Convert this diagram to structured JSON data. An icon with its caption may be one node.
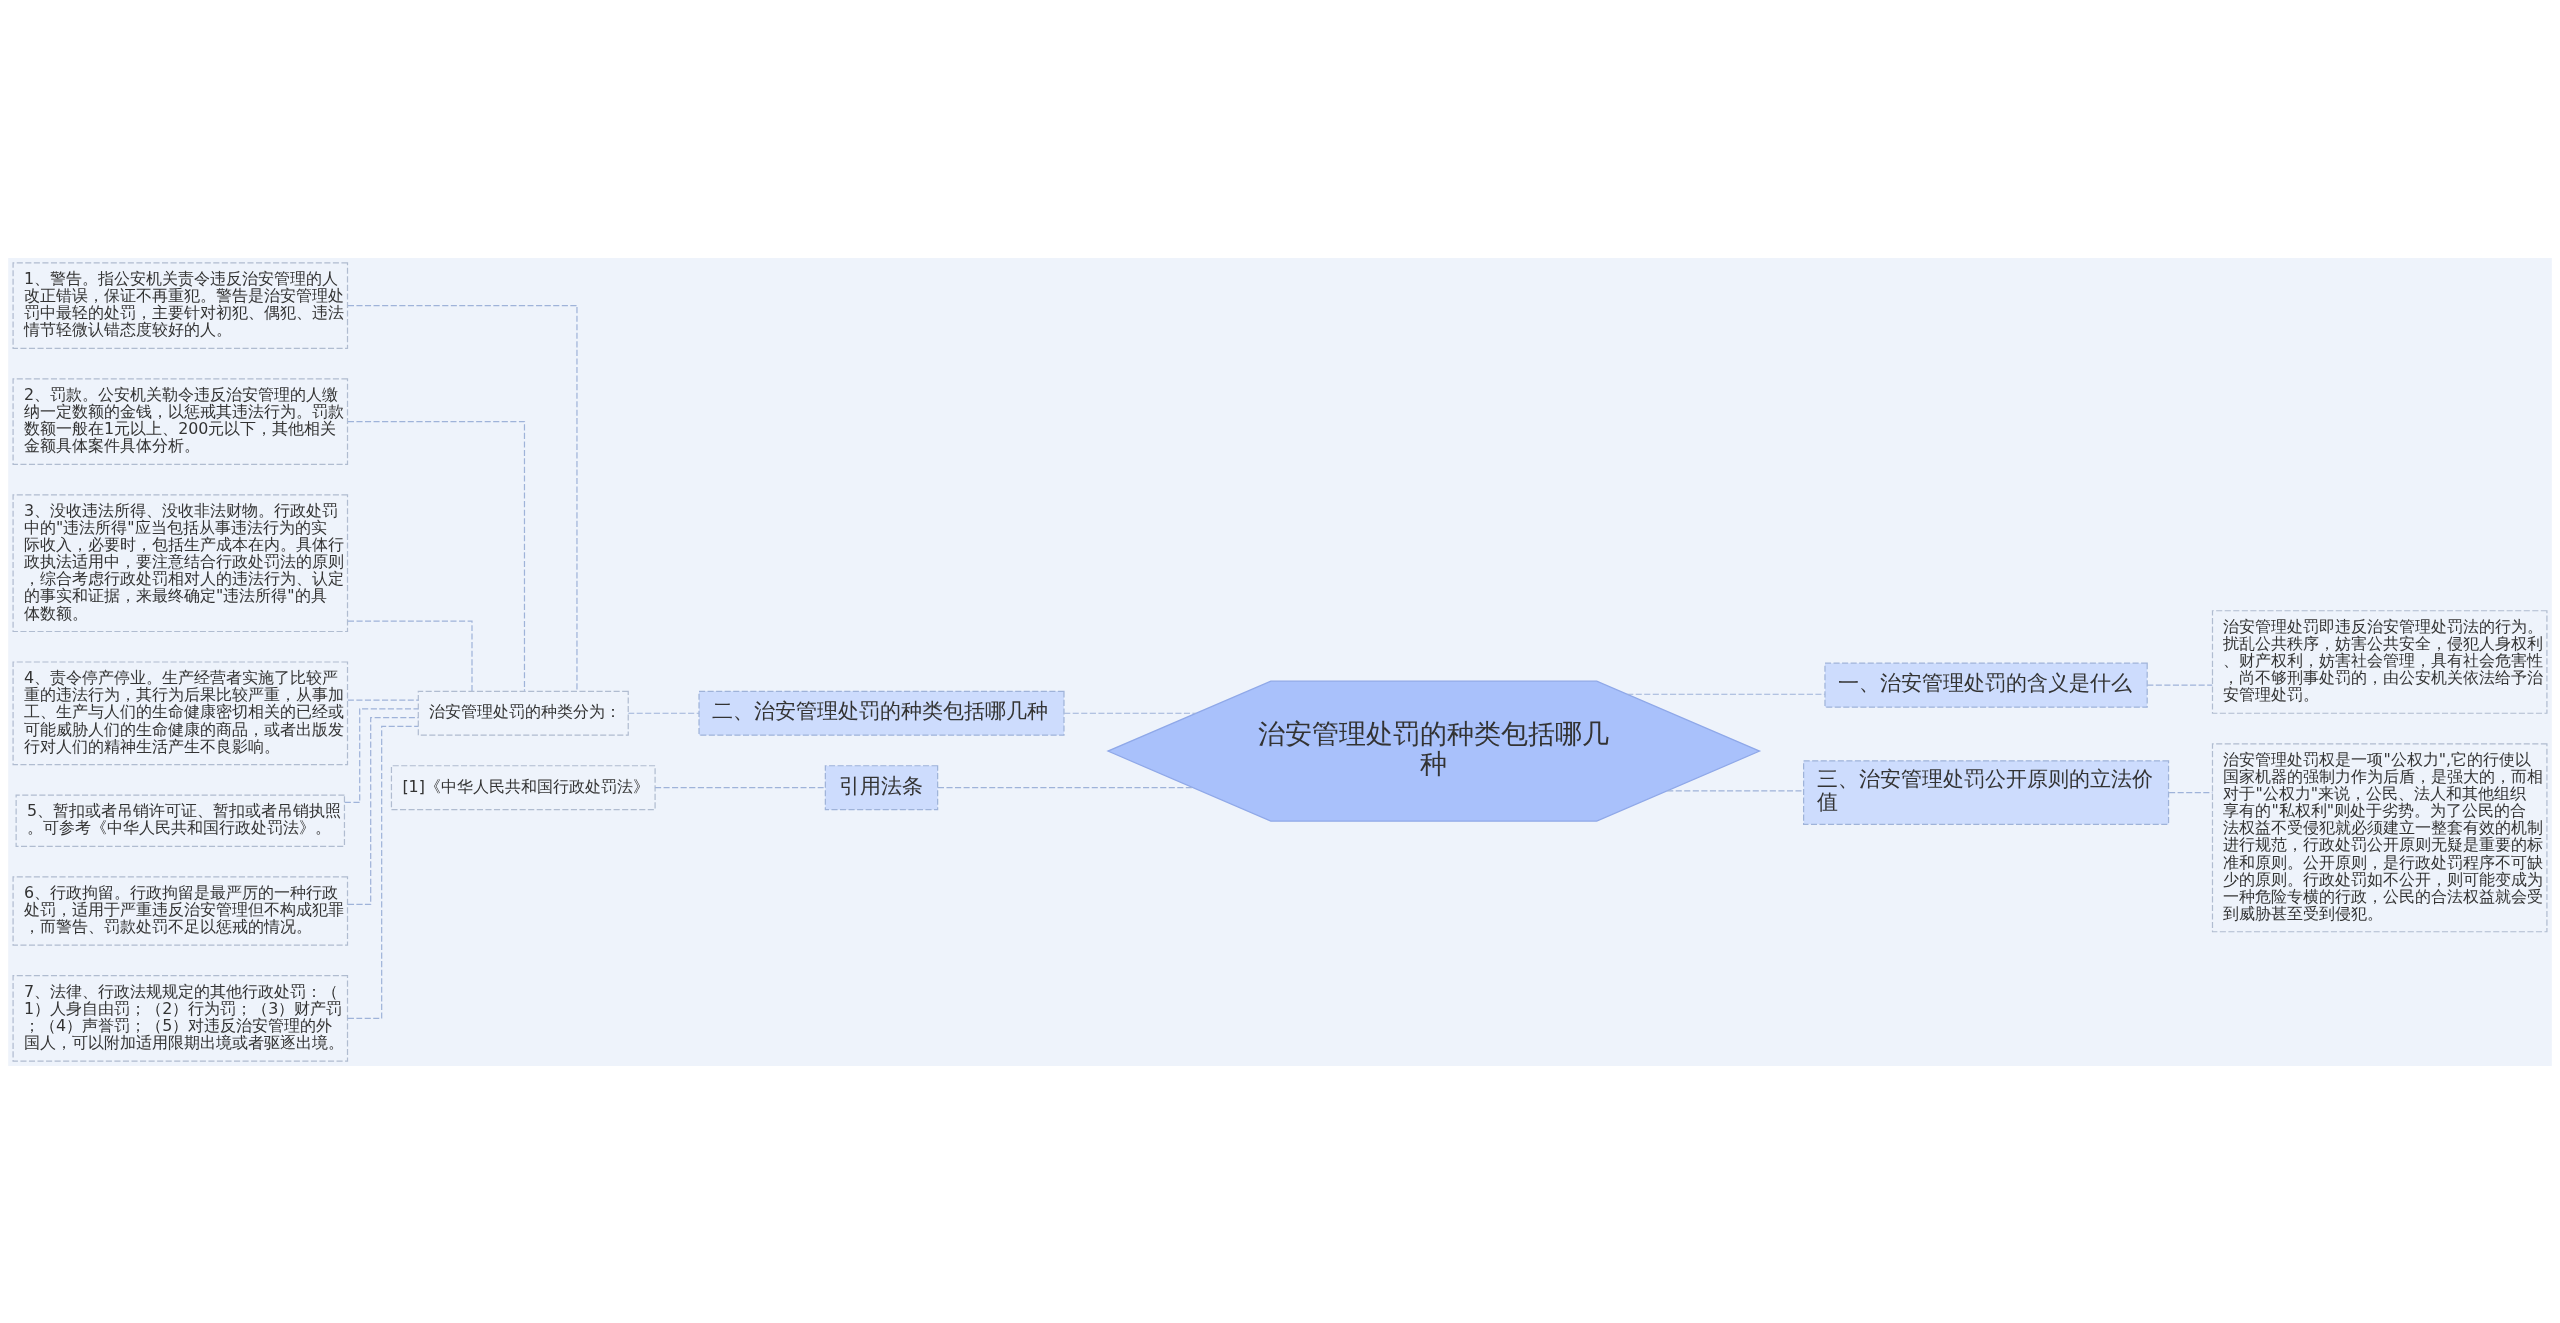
{
  "diagram": {
    "nodes": [
      {
        "text": [
          "治安管理处罚的种类包括哪几种"
        ]
      },
      {
        "text": [
          "二、治安管理处罚的种类包括哪几种"
        ]
      },
      {
        "text": [
          "治安管理处罚的种类分为："
        ]
      },
      {
        "text": [
          "1、警告。指公安机关责令违反治安管理的人改正错误，保证不再重犯。警告是治安管理处罚中最轻的处罚，主要针对初犯、偶犯、违法情节轻微认错态度较好的人。"
        ]
      },
      {
        "text": [
          "2、罚款。公安机关勒令违反治安管理的人缴纳一定数额的金钱，以惩戒其违法行为。罚款数额一般在1元以上、200元以下，其他相关金额具体案件具体分析。"
        ]
      },
      {
        "text": [
          "3、没收违法所得、没收非法财物。行政处罚中的\"违法所得\"应当包括从事违法行为的实际收入，必要时，包括生产成本在内。具体行政执法适用中，要注意结合行政处罚法的原则，综合考虑行政处罚相对人的违法行为、认定的事实和证据，来最终确定\"违法所得\"的具体数额。"
        ]
      },
      {
        "text": [
          "4、责令停产停业。生产经营者实施了比较严重的违法行为，其行为后果比较严重，从事加工、生产与人们的生命健康密切相关的已经或可能威胁人们的生命健康的商品，或者出版发行对人们的精神生活产生不良影响。"
        ]
      },
      {
        "text": [
          "5、暂扣或者吊销许可证、暂扣或者吊销执照。可参考《中华人民共和国行政处罚法》。"
        ]
      },
      {
        "text": [
          "6、行政拘留。行政拘留是最严厉的一种行政处罚，适用于严重违反治安管理但不构成犯罪，而警告、罚款处罚不足以惩戒的情况。"
        ]
      },
      {
        "text": [
          "7、法律、行政法规规定的其他行政处罚：（1）人身自由罚；（2）行为罚；（3）财产罚；（4）声誉罚；（5）对违反治安管理的外国人，可以附加适用限期出境或者驱逐出境。"
        ]
      },
      {
        "text": [
          "引用法条"
        ]
      },
      {
        "text": [
          "[1]《中华人民共和国行政处罚法》"
        ]
      },
      {
        "text": [
          "一、治安管理处罚的含义是什么"
        ]
      },
      {
        "text": [
          "治安管理处罚即违反治安管理处罚法的行为。扰乱公共秩序，妨害公共安全，侵犯人身权利、财产权利，妨害社会管理，具有社会危害性，尚不够刑事处罚的，由公安机关依法给予治安管理处罚。"
        ]
      },
      {
        "text": [
          "三、治安管理处罚公开原则的立法价值"
        ]
      },
      {
        "text": [
          "治安管理处罚权是一项\"公权力\",它的行使以国家机器的强制力作为后盾，是强大的，而相对于\"公权力\"来说，公民、法人和其他组织享有的\"私权利\"则处于劣势。为了公民的合法权益不受侵犯就必须建立一整套有效的机制进行规范，行政处罚公开原则无疑是重要的标准和原则。公开原则，是行政处罚程序不可缺少的原则。行政处罚如不公开，则可能变成为一种危险专横的行政，公民的合法权益就会受到威胁甚至受到侵犯。"
        ]
      }
    ],
    "edges": [
      {
        "from": 0,
        "to": 1,
        "arrow": "none"
      },
      {
        "from": 1,
        "to": 2,
        "arrow": "none"
      },
      {
        "from": 2,
        "to": 3,
        "arrow": "none"
      },
      {
        "from": 2,
        "to": 4,
        "arrow": "none"
      },
      {
        "from": 2,
        "to": 5,
        "arrow": "none"
      },
      {
        "from": 2,
        "to": 6,
        "arrow": "none"
      },
      {
        "from": 2,
        "to": 7,
        "arrow": "none"
      },
      {
        "from": 2,
        "to": 8,
        "arrow": "none"
      },
      {
        "from": 2,
        "to": 9,
        "arrow": "none"
      },
      {
        "from": 0,
        "to": 10,
        "arrow": "none"
      },
      {
        "from": 10,
        "to": 11,
        "arrow": "none"
      },
      {
        "from": 0,
        "to": 12,
        "arrow": "none"
      },
      {
        "from": 12,
        "to": 13,
        "arrow": "none"
      },
      {
        "from": 0,
        "to": 14,
        "arrow": "none"
      },
      {
        "from": 14,
        "to": 15,
        "arrow": "none"
      }
    ]
  }
}
